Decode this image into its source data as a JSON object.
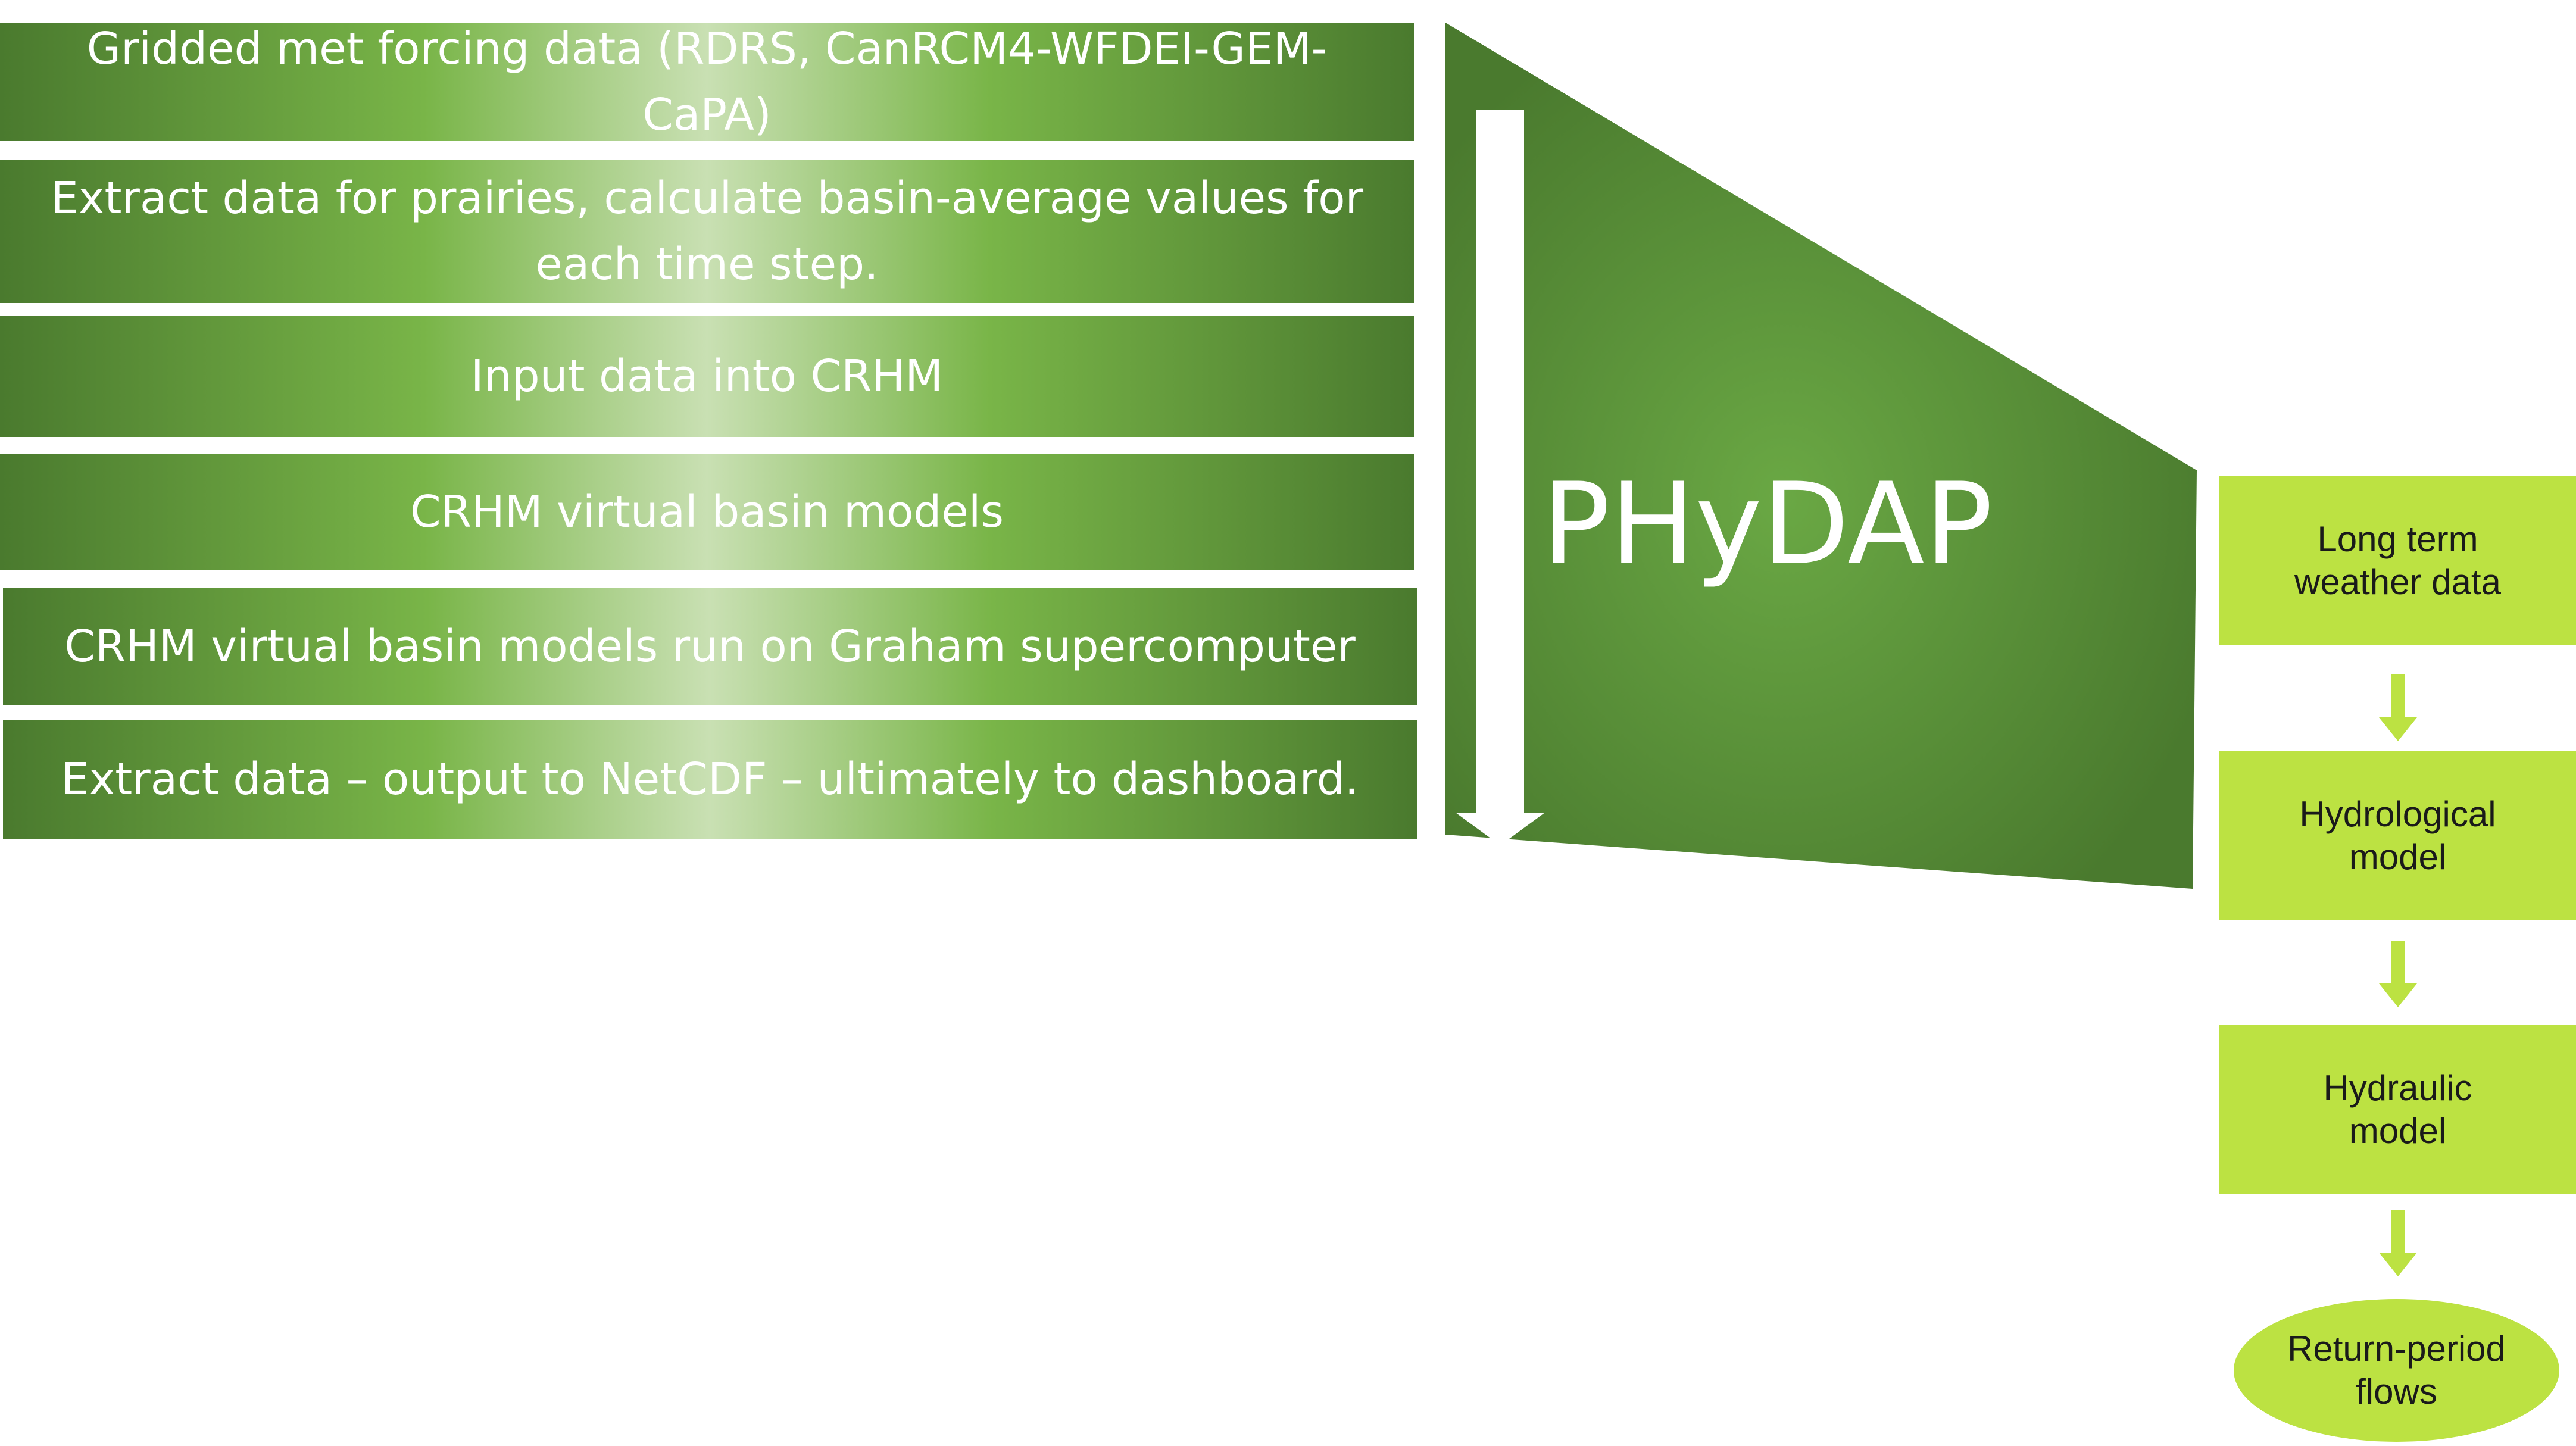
{
  "steps": [
    "Gridded met forcing data (RDRS, CanRCM4-WFDEI-GEM-CaPA)",
    "Extract data for prairies, calculate basin-average values for each time step.",
    "Input data into CRHM",
    "CRHM virtual basin models",
    "CRHM virtual basin models run on Graham supercomputer",
    "Extract data – output to NetCDF – ultimately to dashboard."
  ],
  "funnel": {
    "title": "PHyDAP"
  },
  "flow": {
    "boxes": [
      "Long term weather data",
      "Hydrological model",
      "Hydraulic model"
    ],
    "final": "Return-period flows"
  },
  "colors": {
    "dark_green": "#4a7a2e",
    "mid_green": "#79b548",
    "light_green": "#c9e0b3",
    "lime": "#bce242",
    "text_white": "#ffffff",
    "text_dark": "#1a1a1a"
  }
}
